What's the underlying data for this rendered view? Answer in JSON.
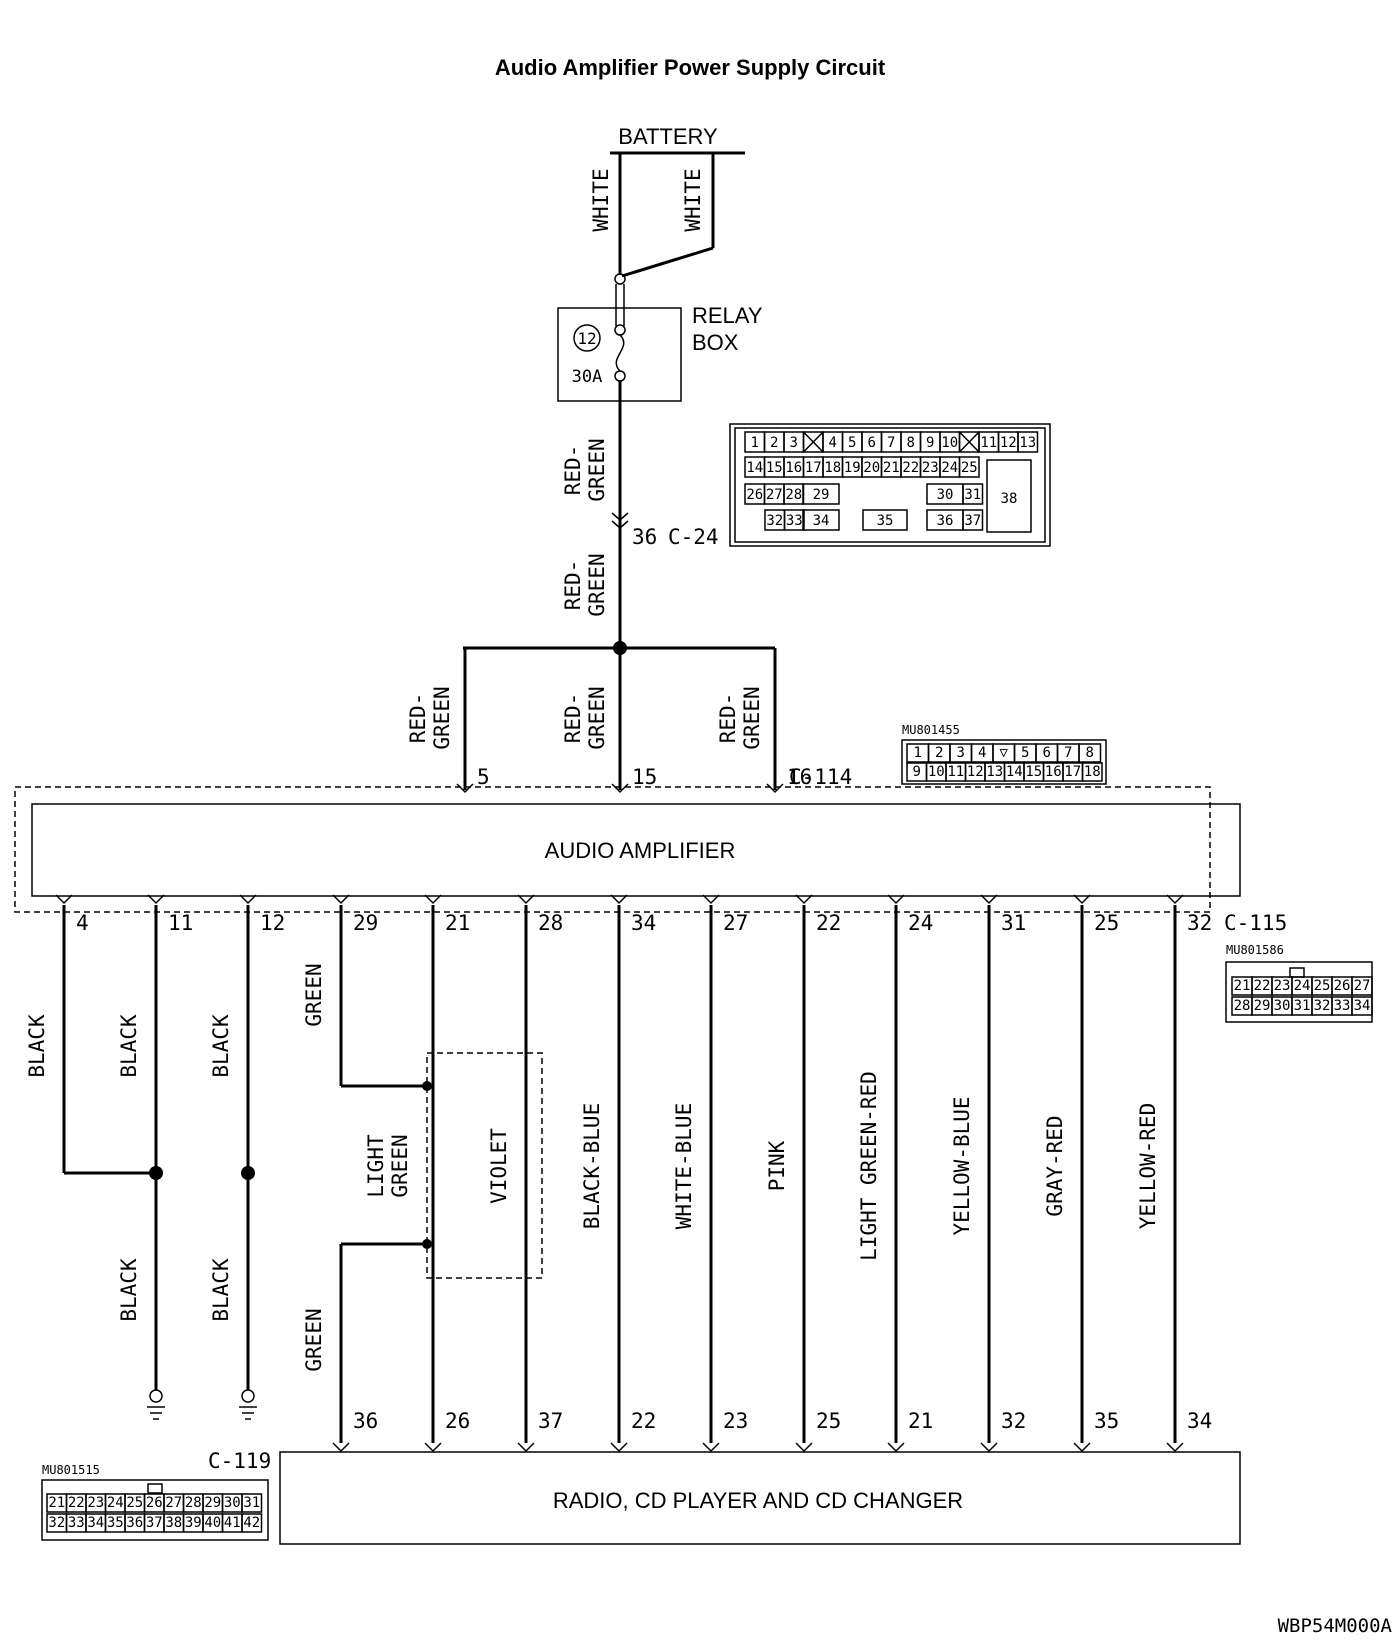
{
  "title": "Audio Amplifier Power Supply Circuit",
  "battery": {
    "label": "BATTERY",
    "wire_left": "WHITE",
    "wire_right": "WHITE"
  },
  "relay_box": {
    "label_line1": "RELAY",
    "label_line2": "BOX",
    "fuse_number": "12",
    "fuse_rating": "30A"
  },
  "feed_wire": {
    "upper_color": "RED-GREEN",
    "lower_color": "RED-GREEN",
    "c24_pin": "36",
    "c24_name": "C-24"
  },
  "c24_connector": {
    "rows": [
      [
        "1",
        "2",
        "3",
        "X",
        "4",
        "5",
        "6",
        "7",
        "8",
        "9",
        "10",
        "X",
        "11",
        "12",
        "13"
      ],
      [
        "14",
        "15",
        "16",
        "17",
        "18",
        "19",
        "20",
        "21",
        "22",
        "23",
        "24",
        "25"
      ],
      [
        "26",
        "27",
        "28",
        "29",
        "30",
        "31"
      ],
      [
        "32",
        "33",
        "34",
        "35",
        "36",
        "37"
      ]
    ],
    "big_cell": "38"
  },
  "input_branches": [
    {
      "color": "RED-GREEN",
      "pin": "5"
    },
    {
      "color": "RED-GREEN",
      "pin": "15"
    },
    {
      "color": "RED-GREEN",
      "pin": "16"
    }
  ],
  "c114": {
    "name": "C-114",
    "part": "MU801455",
    "row1": [
      "1",
      "2",
      "3",
      "4",
      "▽",
      "5",
      "6",
      "7",
      "8"
    ],
    "row2": [
      "9",
      "10",
      "11",
      "12",
      "13",
      "14",
      "15",
      "16",
      "17",
      "18"
    ]
  },
  "amplifier": {
    "label": "AUDIO AMPLIFIER"
  },
  "c115": {
    "name": "C-115",
    "part": "MU801586",
    "row1": [
      "21",
      "22",
      "23",
      "24",
      "25",
      "26",
      "27"
    ],
    "row2": [
      "28",
      "29",
      "30",
      "31",
      "32",
      "33",
      "34"
    ]
  },
  "output_wires": [
    {
      "amp_pin": "4",
      "color": "BLACK"
    },
    {
      "amp_pin": "11",
      "color": "BLACK",
      "lower_color": "BLACK"
    },
    {
      "amp_pin": "12",
      "color": "BLACK",
      "lower_color": "BLACK"
    },
    {
      "amp_pin": "29",
      "color": "GREEN",
      "radio_pin": "36",
      "lower_color": "GREEN"
    },
    {
      "amp_pin": "21",
      "color": "LIGHT GREEN",
      "radio_pin": "26"
    },
    {
      "amp_pin": "28",
      "color": "VIOLET",
      "radio_pin": "37"
    },
    {
      "amp_pin": "34",
      "color": "BLACK-BLUE",
      "radio_pin": "22"
    },
    {
      "amp_pin": "27",
      "color": "WHITE-BLUE",
      "radio_pin": "23"
    },
    {
      "amp_pin": "22",
      "color": "PINK",
      "radio_pin": "25"
    },
    {
      "amp_pin": "24",
      "color": "LIGHT GREEN-RED",
      "radio_pin": "21"
    },
    {
      "amp_pin": "31",
      "color": "YELLOW-BLUE",
      "radio_pin": "32"
    },
    {
      "amp_pin": "25",
      "color": "GRAY-RED",
      "radio_pin": "35"
    },
    {
      "amp_pin": "32",
      "color": "YELLOW-RED",
      "radio_pin": "34"
    }
  ],
  "light_green_line1": "LIGHT",
  "light_green_line2": "GREEN",
  "c119": {
    "name": "C-119",
    "part": "MU801515",
    "row1": [
      "21",
      "22",
      "23",
      "24",
      "25",
      "26",
      "27",
      "28",
      "29",
      "30",
      "31"
    ],
    "row2": [
      "32",
      "33",
      "34",
      "35",
      "36",
      "37",
      "38",
      "39",
      "40",
      "41",
      "42"
    ]
  },
  "radio": {
    "label": "RADIO, CD PLAYER AND CD CHANGER"
  },
  "figure_code": "WBP54M000A"
}
